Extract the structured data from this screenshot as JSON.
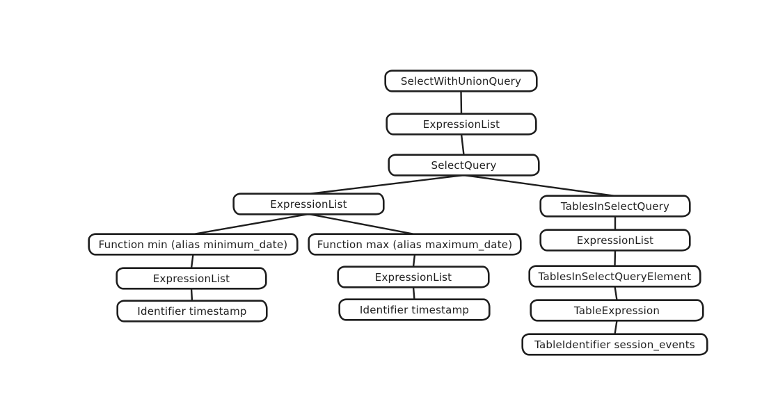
{
  "diagram": {
    "type": "tree",
    "description": "Hand-drawn AST parse tree of a SQL select query",
    "background_color": "#ffffff",
    "box_fill_color": "#ffffff",
    "stroke_color": "#1e1e1e",
    "nodes": [
      {
        "id": "selectWithUnionQuery",
        "label": "SelectWithUnionQuery"
      },
      {
        "id": "expressionListTop",
        "label": "ExpressionList"
      },
      {
        "id": "selectQuery",
        "label": "SelectQuery"
      },
      {
        "id": "expressionListSelect",
        "label": "ExpressionList"
      },
      {
        "id": "tablesInSelectQuery",
        "label": "TablesInSelectQuery"
      },
      {
        "id": "functionMin",
        "label": "Function min (alias minimum_date)"
      },
      {
        "id": "functionMax",
        "label": "Function max (alias maximum_date)"
      },
      {
        "id": "expressionListTables",
        "label": "ExpressionList"
      },
      {
        "id": "expressionListMin",
        "label": "ExpressionList"
      },
      {
        "id": "expressionListMax",
        "label": "ExpressionList"
      },
      {
        "id": "tablesInSelectQueryElement",
        "label": "TablesInSelectQueryElement"
      },
      {
        "id": "identifierTimestampMin",
        "label": "Identifier timestamp"
      },
      {
        "id": "identifierTimestampMax",
        "label": "Identifier timestamp"
      },
      {
        "id": "tableExpression",
        "label": "TableExpression"
      },
      {
        "id": "tableIdentifier",
        "label": "TableIdentifier session_events"
      }
    ],
    "edges": [
      {
        "from": "selectWithUnionQuery",
        "to": "expressionListTop"
      },
      {
        "from": "expressionListTop",
        "to": "selectQuery"
      },
      {
        "from": "selectQuery",
        "to": "expressionListSelect"
      },
      {
        "from": "selectQuery",
        "to": "tablesInSelectQuery"
      },
      {
        "from": "expressionListSelect",
        "to": "functionMin"
      },
      {
        "from": "expressionListSelect",
        "to": "functionMax"
      },
      {
        "from": "functionMin",
        "to": "expressionListMin"
      },
      {
        "from": "expressionListMin",
        "to": "identifierTimestampMin"
      },
      {
        "from": "functionMax",
        "to": "expressionListMax"
      },
      {
        "from": "expressionListMax",
        "to": "identifierTimestampMax"
      },
      {
        "from": "tablesInSelectQuery",
        "to": "expressionListTables"
      },
      {
        "from": "expressionListTables",
        "to": "tablesInSelectQueryElement"
      },
      {
        "from": "tablesInSelectQueryElement",
        "to": "tableExpression"
      },
      {
        "from": "tableExpression",
        "to": "tableIdentifier"
      }
    ]
  }
}
